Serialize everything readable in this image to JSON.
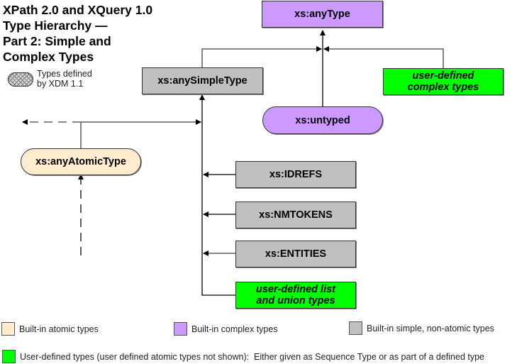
{
  "title": "XPath 2.0 and XQuery 1.0\nType Hierarchy —\nPart 2: Simple and\nComplex Types",
  "xdm_note": {
    "shape": "hatched-rounded-rectangle",
    "text": "Types defined\nby XDM 1.1"
  },
  "colors": {
    "builtin_atomic": "#ffebcd",
    "builtin_complex": "#cc99ff",
    "builtin_simple_nonatomic": "#c0c0c0",
    "user_defined": "#00ff00"
  },
  "nodes": {
    "anyType": "xs:anyType",
    "anySimpleType": "xs:anySimpleType",
    "userComplex": "user-defined\ncomplex types",
    "untyped": "xs:untyped",
    "anyAtomicType": "xs:anyAtomicType",
    "idrefs": "xs:IDREFS",
    "nmtokens": "xs:NMTOKENS",
    "entities": "xs:ENTITIES",
    "userList": "user-defined list\nand union types"
  },
  "legend": {
    "atomic": "Built-in atomic types",
    "complex": "Built-in complex types",
    "simple": "Built-in simple, non-atomic types",
    "user": "User-defined types (user defined atomic types not shown):  Either given as Sequence Type or as part of a defined type"
  }
}
